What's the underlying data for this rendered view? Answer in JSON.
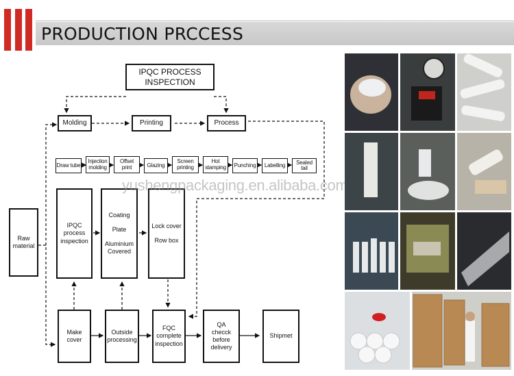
{
  "header": {
    "title": "PRODUCTION PRCCESS"
  },
  "ipqc_top": {
    "line1": "IPQC PROCESS",
    "line2": "INSPECTION"
  },
  "main_steps": {
    "molding": "Molding",
    "printing": "Printing",
    "process": "Process"
  },
  "sub_steps": [
    {
      "label": "Draw tube"
    },
    {
      "label": "Injection molding"
    },
    {
      "label": "Offset print"
    },
    {
      "label": "Glazing"
    },
    {
      "label": "Screen printing"
    },
    {
      "label": "Hot stamping"
    },
    {
      "label": "Punching"
    },
    {
      "label": "Labelling"
    },
    {
      "label": "Sealed tail"
    }
  ],
  "raw": {
    "line1": "Raw",
    "line2": "material"
  },
  "ipqc_mid": {
    "line1": "IPQC",
    "line2": "process",
    "line3": "inspection"
  },
  "coating": {
    "line1": "Coating",
    "line2": "Plate",
    "line3": "Aluminium",
    "line4": "Covered"
  },
  "lock": {
    "line1": "Lock cover",
    "line2": "Row box"
  },
  "make_cover": {
    "line1": "Make",
    "line2": "cover"
  },
  "outside": {
    "line1": "Outside",
    "line2": "processing"
  },
  "fqc": {
    "line1": "FQC",
    "line2": "complete",
    "line3": "inspection"
  },
  "qa": {
    "line1": "QA",
    "line2": "checck",
    "line3": "before",
    "line4": "delivery"
  },
  "shipmet": {
    "label": "Shipmet"
  },
  "watermark": "yushengpackaging.en.alibaba.com",
  "colors": {
    "accent": "#cf2a23",
    "header_band": "#d0d0d0"
  }
}
